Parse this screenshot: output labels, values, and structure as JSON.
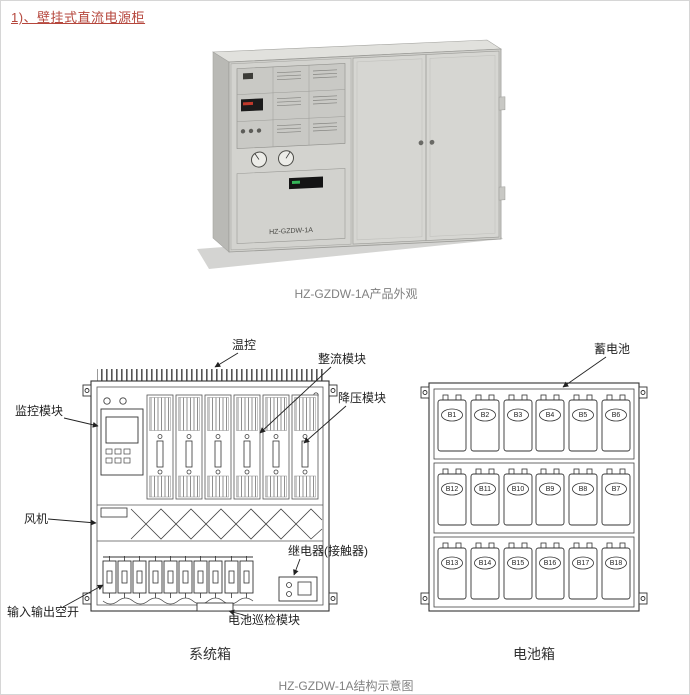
{
  "page": {
    "heading": "1)、壁挂式直流电源柜",
    "photo_caption": "HZ-GZDW-1A产品外观",
    "structure_caption": "HZ-GZDW-1A结构示意图"
  },
  "photo": {
    "model_label": "HZ-GZDW-1A"
  },
  "system_box": {
    "caption": "系统箱",
    "labels": {
      "temp_control": "温控",
      "rectifier_module": "整流模块",
      "buck_module": "降压模块",
      "monitor_module": "监控模块",
      "fan": "风机",
      "io_breaker": "输入输出空开",
      "battery_inspect": "电池巡检模块",
      "relay": "继电器(接触器)"
    }
  },
  "battery_box": {
    "caption": "电池箱",
    "label_battery": "蓄电池",
    "rows": [
      [
        "B1",
        "B2",
        "B3",
        "B4",
        "B5",
        "B6"
      ],
      [
        "B12",
        "B11",
        "B10",
        "B9",
        "B8",
        "B7"
      ],
      [
        "B13",
        "B14",
        "B15",
        "B16",
        "B17",
        "B18"
      ]
    ]
  }
}
